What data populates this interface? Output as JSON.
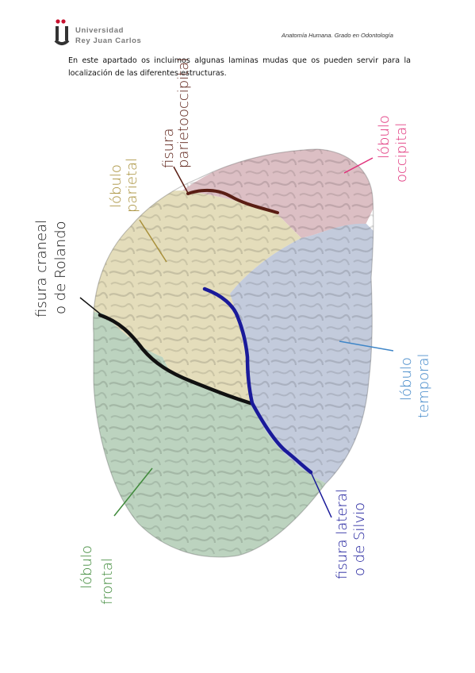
{
  "header": {
    "university_line1": "Universidad",
    "university_line2": "Rey Juan Carlos",
    "course": "Anatomía Humana. Grado en Odontología"
  },
  "intro": {
    "line1": "En este apartado os incluimos algunas laminas mudas que os pueden servir para la",
    "line2": "localización de las diferentes estructuras."
  },
  "labels": {
    "parietal_1": "lóbulo",
    "parietal_2": "parietal",
    "parietooccipital_1": "fisura",
    "parietooccipital_2": "parietooccipital",
    "occipital_1": "lóbulo",
    "occipital_2": "occipital",
    "rolando_1": "fisura craneal",
    "rolando_2": "o de Rolando",
    "temporal_1": "lóbulo",
    "temporal_2": "temporal",
    "frontal_1": "lóbulo",
    "frontal_2": "frontal",
    "silvio_1": "fisura lateral",
    "silvio_2": "o de Silvio"
  },
  "colors": {
    "parietal": "#a8903a",
    "parietooccipital": "#5a1e14",
    "occipital": "#e0307a",
    "rolando": "#111111",
    "temporal": "#3f86c8",
    "frontal": "#3f8a3a",
    "silvio": "#1a1a9a",
    "logo_red": "#c8102e"
  }
}
